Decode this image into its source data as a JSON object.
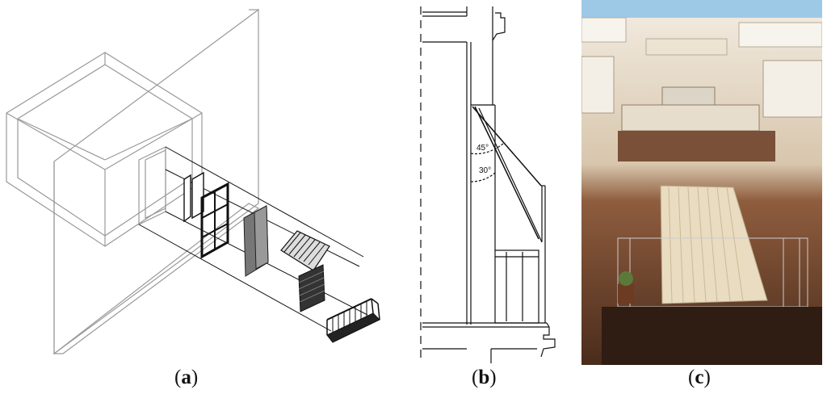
{
  "captions": {
    "a": {
      "open": "(",
      "letter": "a",
      "close": ")"
    },
    "b": {
      "open": "(",
      "letter": "b",
      "close": ")"
    },
    "c": {
      "open": "(",
      "letter": "c",
      "close": ")"
    }
  },
  "panel_b": {
    "angle_upper": "45°",
    "angle_lower": "30°"
  },
  "colors": {
    "sky": "#9ec9e6",
    "facade_upper": "#efe7da",
    "facade_lower": "#8a5a3c",
    "blind": "#e9dcc0",
    "line": "#222222"
  }
}
